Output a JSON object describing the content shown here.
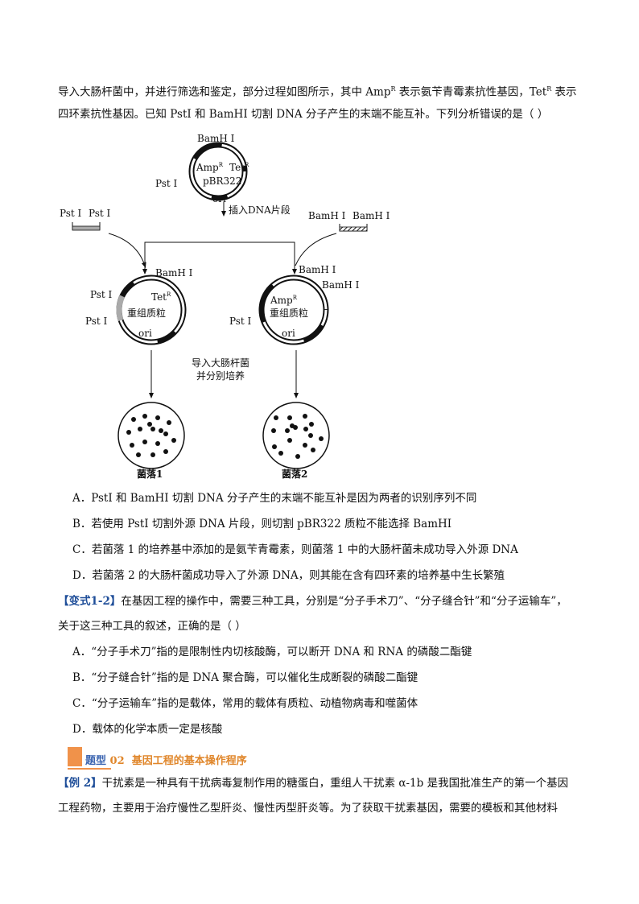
{
  "intro": {
    "line1_a": "导入大肠杆菌中，并进行筛选和鉴定，部分过程如图所示，其中 Amp",
    "line1_sup1": "R",
    "line1_b": " 表示氨苄青霉素抗性基因，Tet",
    "line1_sup2": "R",
    "line1_c": " 表示",
    "line2": "四环素抗性基因。已知 PstI 和 BamHI  切割 DNA 分子产生的末端不能互补。下列分析错误的是（    ）"
  },
  "diagram": {
    "bamhi": "BamH Ⅰ",
    "psti": "Pst Ⅰ",
    "amp": "Amp",
    "tet": "Tet",
    "sup": "R",
    "plasmid": "pBR322",
    "ori": "ori",
    "insert_label": "插入DNA片段",
    "recombinant": "重组质粒",
    "transform_line1": "导入大肠杆菌",
    "transform_line2": "并分别培养",
    "colony1": "菌落1",
    "colony2": "菌落2"
  },
  "q1_options": [
    "A．PstI 和 BamHI  切割 DNA 分子产生的末端不能互补是因为两者的识别序列不同",
    "B．若使用 PstI 切割外源 DNA 片段，则切割 pBR322 质粒不能选择 BamHI",
    "C．若菌落 1 的培养基中添加的是氨苄青霉素，则菌落 1 中的大肠杆菌未成功导入外源 DNA",
    "D．若菌落 2 的大肠杆菌成功导入了外源 DNA，则其能在含有四环素的培养基中生长繁殖"
  ],
  "variant": {
    "tag": "【变式1-2】",
    "line1": "在基因工程的操作中，需要三种工具，分别是“分子手术刀”、“分子缝合针”和“分子运输车”，",
    "line2": "关于这三种工具的叙述，正确的是（      ）",
    "options": [
      "A．“分子手术刀”指的是限制性内切核酸酶，可以断开 DNA 和 RNA 的磷酸二酯键",
      "B．“分子缝合针”指的是 DNA 聚合酶，可以催化生成断裂的磷酸二酯键",
      "C．“分子运输车”指的是载体，常用的载体有质粒、动植物病毒和噬菌体",
      "D．载体的化学本质一定是核酸"
    ]
  },
  "section": {
    "label": "题型",
    "number": "02",
    "title": "基因工程的基本操作程序"
  },
  "example": {
    "tag": "【例 2】",
    "line1": "干扰素是一种具有干扰病毒复制作用的糖蛋白，重组人干扰素 α-1b 是我国批准生产的第一个基因",
    "line2": "工程药物，主要用于治疗慢性乙型肝炎、慢性丙型肝炎等。为了获取干扰素基因，需要的模板和其他材料"
  },
  "colors": {
    "accent_blue": "#1f4e99",
    "accent_orange": "#f0924a"
  }
}
